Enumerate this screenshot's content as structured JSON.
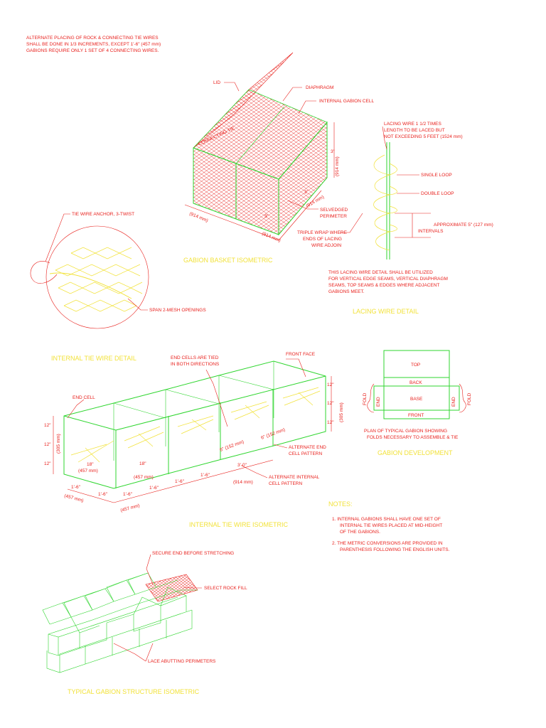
{
  "header_note": [
    "ALTERNATE PLACING OF ROCK & CONNECTING TIE WIRES",
    "SHALL BE DONE IN 1/3 INCREMENTS, EXCEPT 1'-6\" (457 mm)",
    "GABIONS REQUIRE ONLY 1 SET OF 4 CONNECTING WIRES."
  ],
  "basket": {
    "title": "GABION BASKET ISOMETRIC",
    "lid": "LID",
    "diaphragm": "DIAPHRAGM",
    "internal_cell": "INTERNAL GABION CELL",
    "selvedged": [
      "SELVEDGED",
      "PERIMETER"
    ],
    "triple_wrap": [
      "TRIPLE WRAP WHERE",
      "ENDS OF LACING",
      "WIRE ADJOIN"
    ],
    "dim_3ft": "3'",
    "dim_914": "(914 mm)",
    "lid_label": "CONNECTING TIE"
  },
  "lacing": {
    "title": "LACING WIRE DETAIL",
    "wire_note": [
      "LACING WIRE 1 1/2 TIMES",
      "LENGTH TO BE LACED BUT",
      "NOT EXCEEDING 5 FEET (1524 mm)"
    ],
    "single_loop": "SINGLE LOOP",
    "double_loop": "DOUBLE LOOP",
    "approx": "APPROXIMATE 5\" (127 mm)",
    "intervals": "INTERVALS",
    "note": [
      "THIS LACING WIRE DETAIL SHALL BE UTILIZED",
      "FOR VERTICAL EDGE SEAMS, VERTICAL DIAPHRAGM",
      "SEAMS, TOP SEAMS & EDGES WHERE ADJACENT",
      "GABIONS MEET."
    ]
  },
  "tie_detail": {
    "title": "INTERNAL TIE WIRE DETAIL",
    "anchor": "TIE WIRE ANCHOR, 3-TWIST",
    "span": "SPAN 2-MESH OPENINGS"
  },
  "tie_iso": {
    "title": "INTERNAL TIE WIRE ISOMETRIC",
    "end_cells": [
      "END CELLS ARE TIED",
      "IN BOTH DIRECTIONS"
    ],
    "front_face": "FRONT FACE",
    "end_cell": "END CELL",
    "alt_end": [
      "ALTERNATE END",
      "CELL PATTERN"
    ],
    "alt_internal": [
      "ALTERNATE INTERNAL",
      "CELL PATTERN"
    ],
    "d12": "12\"",
    "d305": "(305 mm)",
    "d18": "18\"",
    "d457": "(457 mm)",
    "d16": "1'-6\"",
    "d6": "6\" (152 mm)",
    "d3": "3'-0\"",
    "d914": "(914 mm)"
  },
  "development": {
    "title": "GABION DEVELOPMENT",
    "top": "TOP",
    "back": "BACK",
    "base": "BASE",
    "front": "FRONT",
    "end": "END",
    "fold": "FOLD",
    "caption": [
      "PLAN OF TYPICAL GABION SHOWING",
      "FOLDS NECESSARY TO ASSEMBLE & TIE"
    ]
  },
  "notes": {
    "title": "NOTES:",
    "items": [
      [
        "1. INTERNAL GABIONS SHALL HAVE ONE SET OF",
        "INTERNAL TIE WIRES PLACED AT MID-HEIGHT",
        "OF THE GABIONS."
      ],
      [
        "2. THE METRIC CONVERSIONS ARE PROVIDED IN",
        "PARENTHESIS FOLLOWING THE ENGLISH UNITS."
      ]
    ]
  },
  "structure": {
    "title": "TYPICAL GABION STRUCTURE ISOMETRIC",
    "secure": "SECURE END BEFORE STRETCHING",
    "rock": "SELECT ROCK FILL",
    "lace": "LACE ABUTTING PERIMETERS"
  },
  "colors": {
    "text": "#e8201c",
    "title": "#f2e23a",
    "outline": "#2fd62f",
    "mesh": "#e8201c"
  }
}
